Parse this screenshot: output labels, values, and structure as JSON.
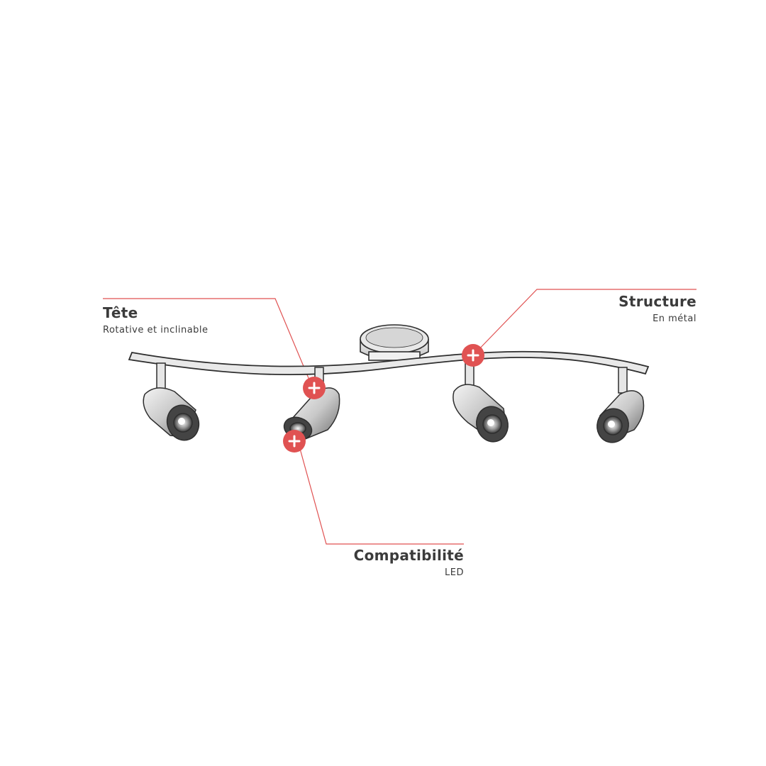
{
  "callouts": {
    "tete": {
      "title": "Tête",
      "subtitle": "Rotative et inclinable"
    },
    "structure": {
      "title": "Structure",
      "subtitle": "En métal"
    },
    "compatibilite": {
      "title": "Compatibilité",
      "subtitle": "LED"
    }
  },
  "colors": {
    "accent": "#e05252",
    "ink": "#3b3b3b",
    "background": "#ffffff"
  },
  "icons": {
    "hotspot": "plus-icon"
  }
}
